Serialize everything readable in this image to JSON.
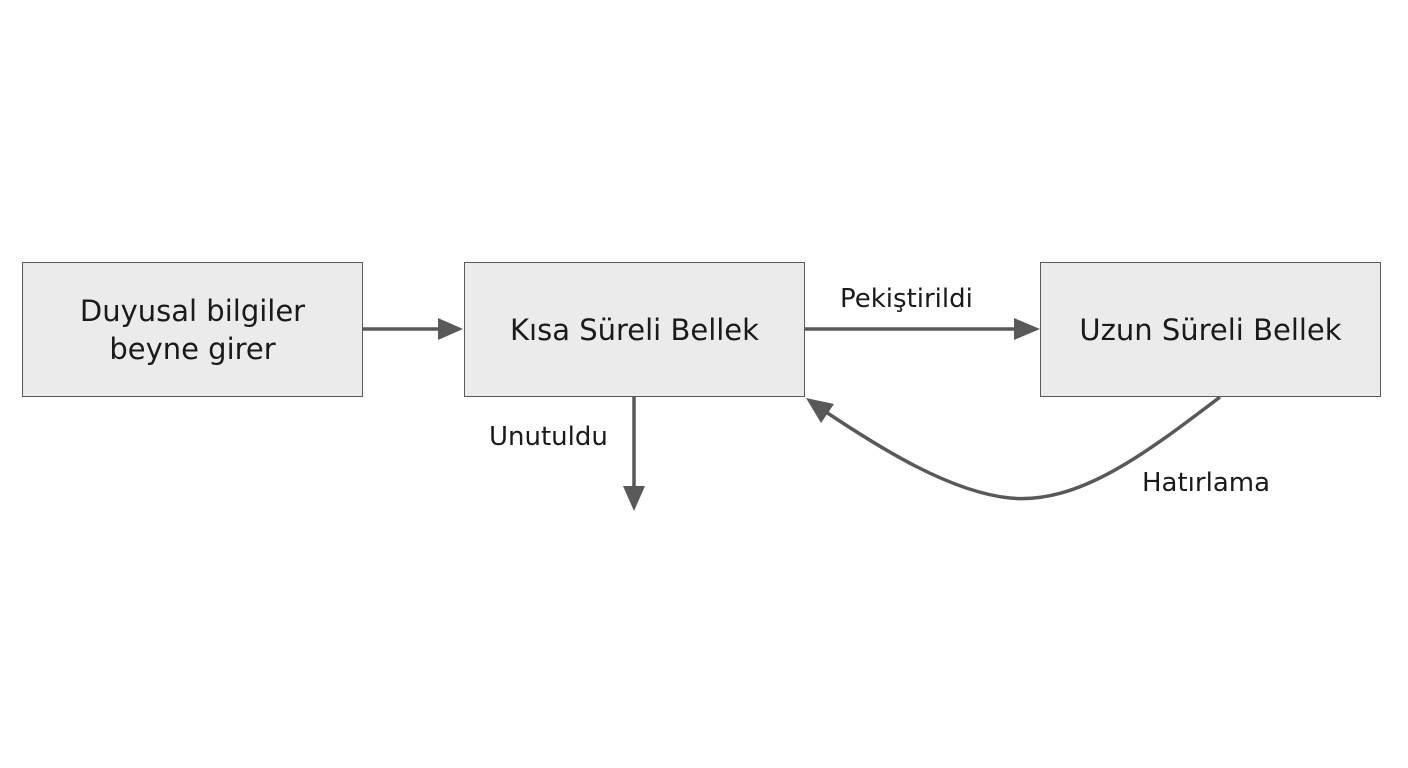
{
  "diagram": {
    "nodes": {
      "sensory": {
        "label": "Duyusal bilgiler beyne girer"
      },
      "short_term": {
        "label": "Kısa Süreli Bellek"
      },
      "long_term": {
        "label": "Uzun Süreli Bellek"
      }
    },
    "edges": {
      "sensory_to_short": {
        "from": "sensory",
        "to": "short_term",
        "label": ""
      },
      "short_to_long": {
        "from": "short_term",
        "to": "long_term",
        "label": "Pekiştirildi"
      },
      "short_forgotten": {
        "from": "short_term",
        "to": "",
        "label": "Unutuldu"
      },
      "long_to_short_recall": {
        "from": "long_term",
        "to": "short_term",
        "label": "Hatırlama"
      }
    },
    "colors": {
      "box_fill": "#ebebeb",
      "box_border": "#5a5a5a",
      "arrow": "#595959",
      "text": "#1a1a1a"
    }
  }
}
